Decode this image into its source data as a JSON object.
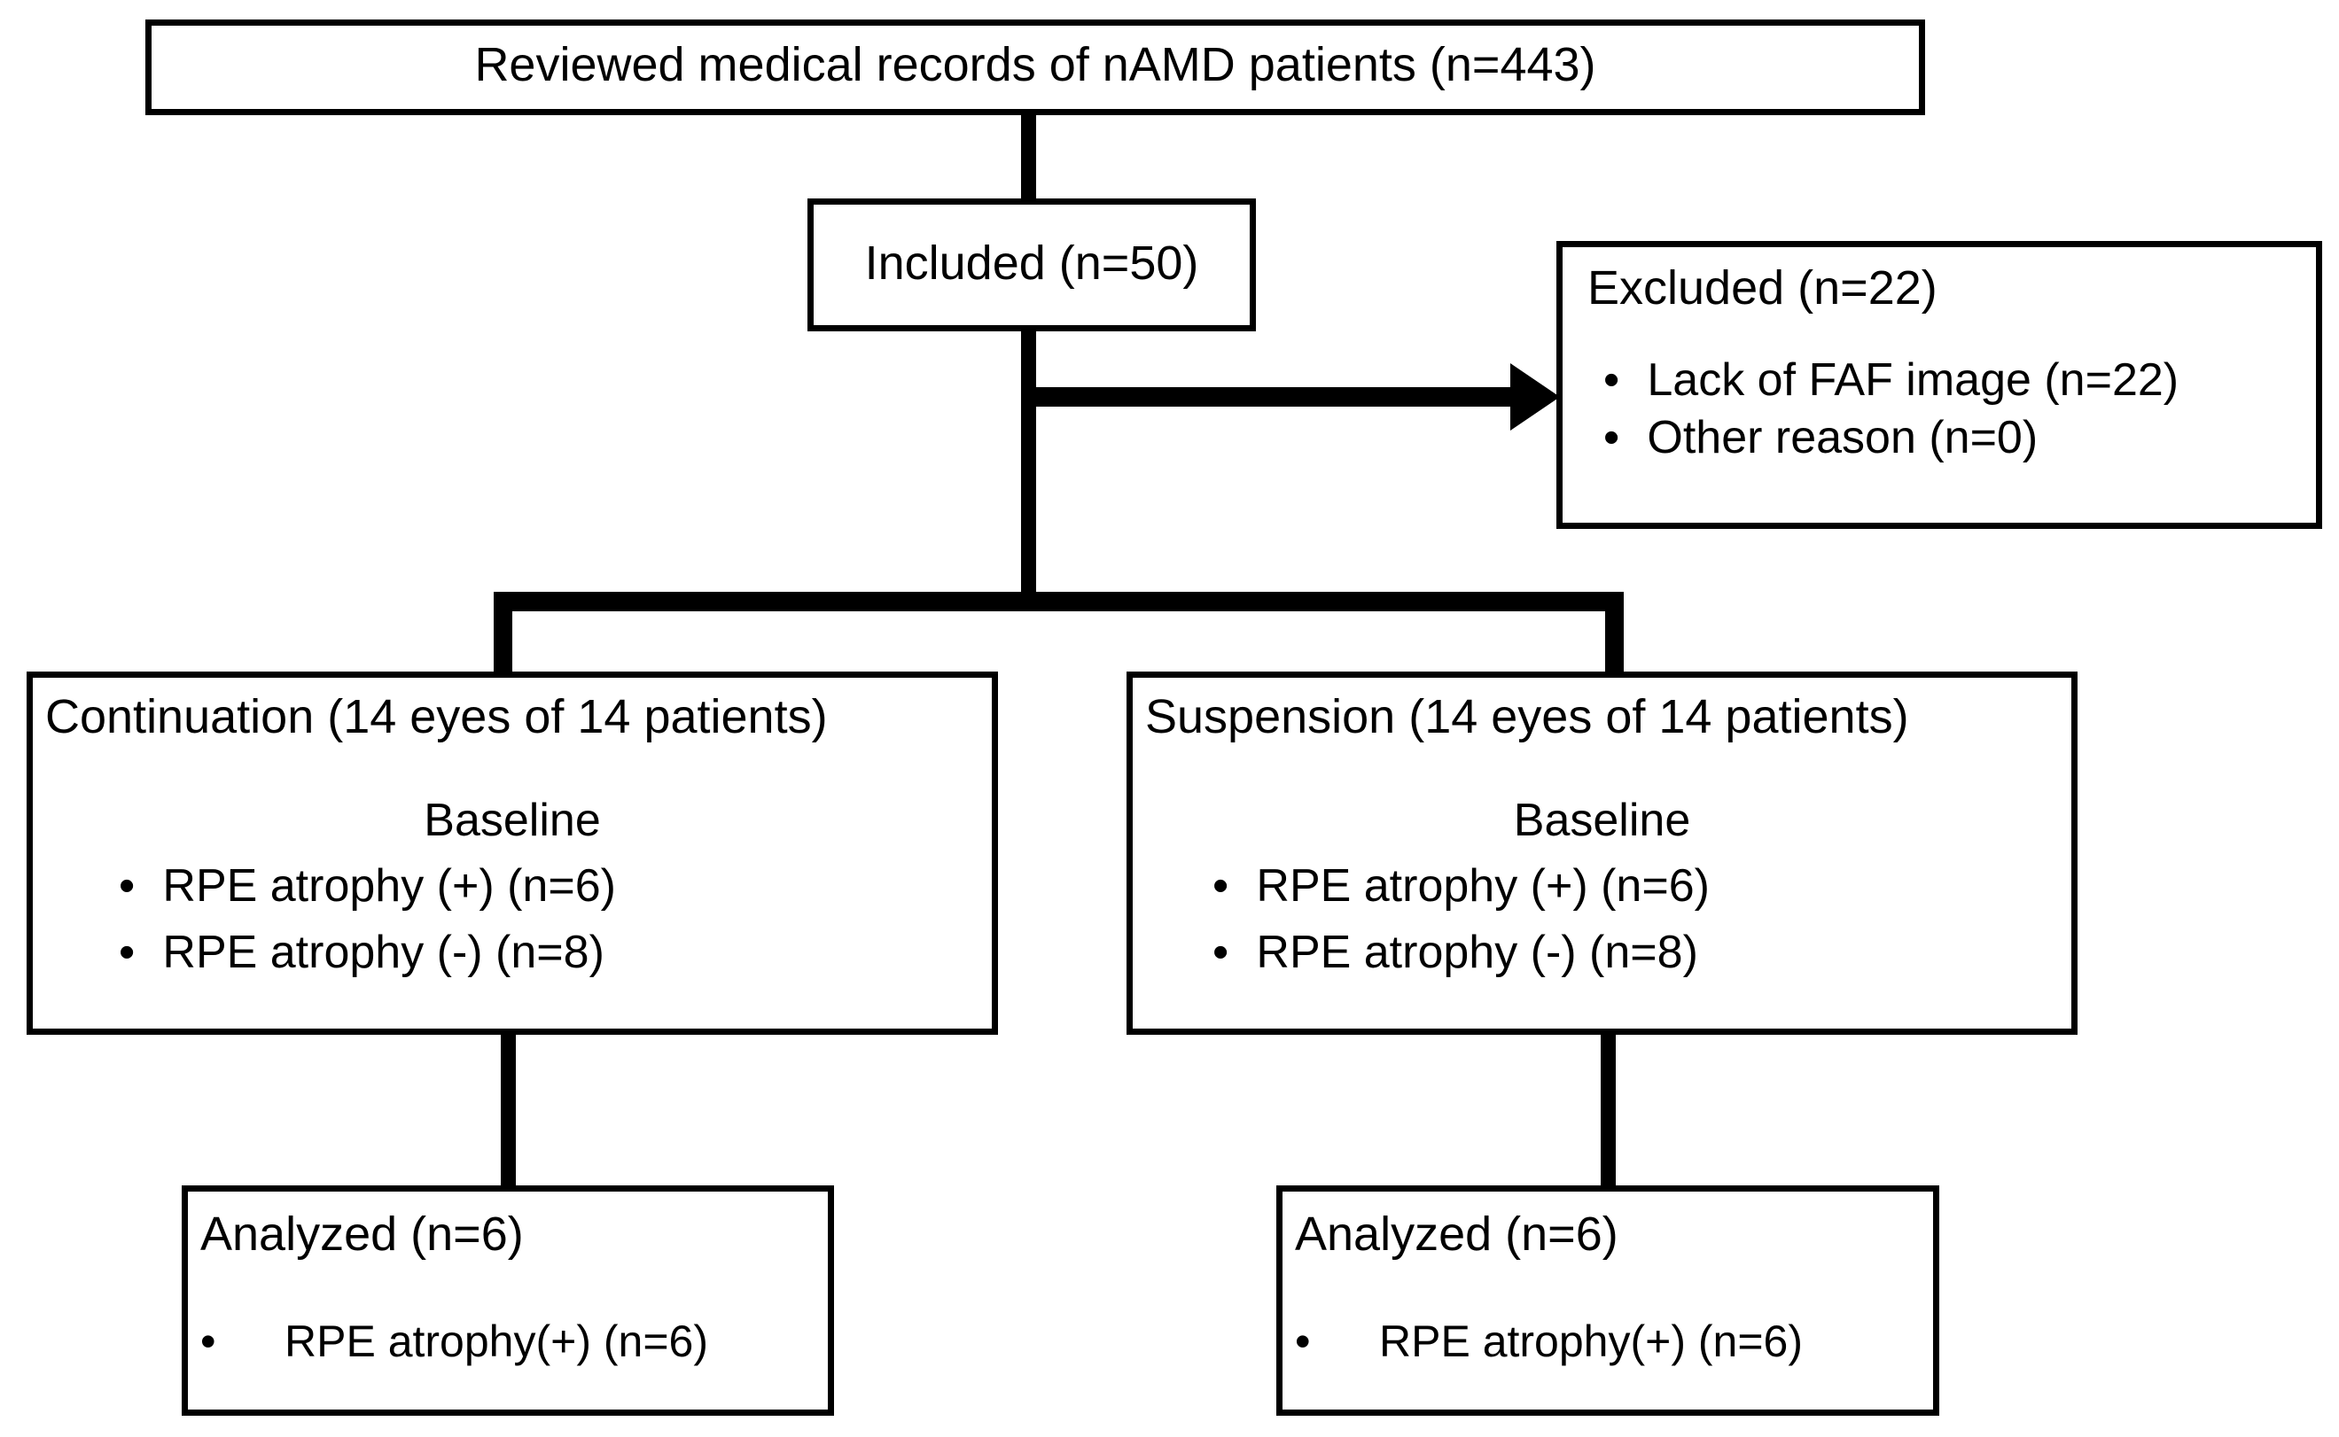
{
  "diagram": {
    "type": "flowchart",
    "title": "nAMD patient selection flow",
    "nodes": {
      "reviewed": {
        "label": "Reviewed medical records of nAMD patients (n=443)"
      },
      "included": {
        "label": "Included (n=50)"
      },
      "excluded": {
        "heading": "Excluded (n=22)",
        "bullets": [
          "Lack of FAF image (n=22)",
          "Other reason (n=0)"
        ],
        "bullet_glyph": "•"
      },
      "continuation": {
        "heading": "Continuation (14 eyes of 14 patients)",
        "subheading": "Baseline",
        "bullets": [
          "RPE atrophy (+) (n=6)",
          "RPE atrophy (-) (n=8)"
        ],
        "bullet_glyph": "•"
      },
      "suspension": {
        "heading": "Suspension (14 eyes of 14 patients)",
        "subheading": "Baseline",
        "bullets": [
          "RPE atrophy (+) (n=6)",
          "RPE atrophy (-) (n=8)"
        ],
        "bullet_glyph": "•"
      },
      "analyzed_left": {
        "heading": "Analyzed (n=6)",
        "bullets": [
          "RPE atrophy(+) (n=6)"
        ],
        "bullet_glyph": "•"
      },
      "analyzed_right": {
        "heading": "Analyzed (n=6)",
        "bullets": [
          "RPE atrophy(+) (n=6)"
        ],
        "bullet_glyph": "•"
      }
    },
    "colors": {
      "stroke": "#000000",
      "fill": "#ffffff",
      "text": "#000000"
    }
  }
}
